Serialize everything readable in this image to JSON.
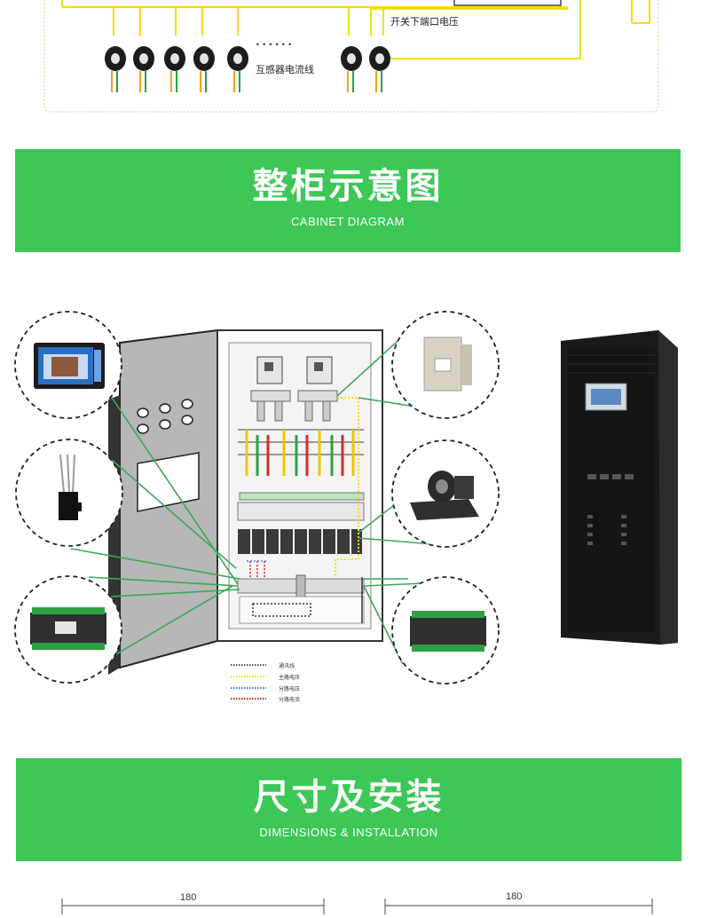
{
  "top_diagram": {
    "switch_voltage_label": "开关下端口电压",
    "ct_wire_label": "互感器电流线",
    "dots": "• • • • • •"
  },
  "section_cabinet": {
    "title_cn": "整柜示意图",
    "title_en": "CABINET DIAGRAM"
  },
  "legend": {
    "items": [
      {
        "label": "通讯线",
        "color": "#555555"
      },
      {
        "label": "主路电压",
        "color": "#f2e000"
      },
      {
        "label": "分路电压",
        "color": "#3b82f6"
      },
      {
        "label": "分路电流",
        "color": "#e02020"
      }
    ]
  },
  "section_dimensions": {
    "title_cn": "尺寸及安装",
    "title_en": "DIMENSIONS & INSTALLATION"
  },
  "dimensions": {
    "left_width": "180",
    "right_width": "180"
  },
  "colors": {
    "banner": "#3cc756",
    "leader": "#3aa858",
    "wire_yellow": "#f2e000"
  }
}
